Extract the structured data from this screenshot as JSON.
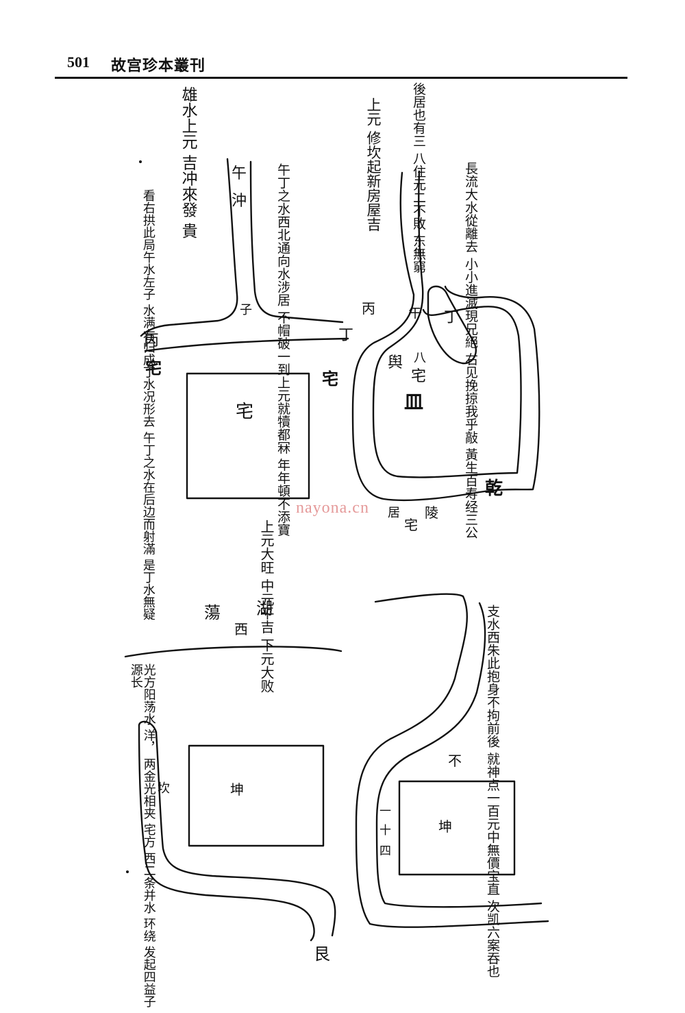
{
  "header": {
    "page_number": "501",
    "book_title": "故宫珍本叢刊"
  },
  "watermark": "nayona.cn",
  "diagram1": {
    "note_top": [
      "雄水上元",
      "吉冲來發",
      "貴"
    ],
    "note_mid": [
      "午丁之水西北通向水涉居",
      "不帽破一到上元就犢都冧",
      "年年頓不添寶"
    ],
    "note_left": [
      "看右拱此局午水左子",
      "水满右归成丁水况形去",
      "午丁之水在后边而射滿",
      "是丁水無疑"
    ],
    "dir_wu": "午",
    "dir_chong": "沖",
    "dir_zi": "子",
    "dir_bing_left": "丙",
    "dir_ding": "丁",
    "dir_bing_mid": "丙",
    "house_label": "宅",
    "house_left": "宅",
    "house_right": "宅"
  },
  "diagram2": {
    "note_a": [
      "上元",
      "修坎起新房屋吉"
    ],
    "note_b": [
      "後居也有三",
      "八住元二不敗",
      "东無窮"
    ],
    "note_c": [
      "長流大水從離去",
      "小小進滅現兄絕",
      "右见挽掠我乎敲",
      "黃生百寿经三公"
    ],
    "dir_wu": "午",
    "dir_ding": "丁",
    "side_label": "舆",
    "house_mark": "宅",
    "side_mark": "八",
    "well_mark": "皿",
    "dir_qian": "乾",
    "label_zhai": "宅",
    "label_ju": "居",
    "label_ling": "陵"
  },
  "note_bottom_mid": [
    "上元大旺",
    "中元平吉",
    "下元大败"
  ],
  "diagram3": {
    "lake_left": "蕩",
    "lake_right": "湖",
    "dir_xi": "西",
    "notes": [
      "光方阳荡水",
      "洋，",
      "两金光相夹",
      "宅方",
      "西二条并水",
      "环绕",
      "发起四益子",
      "源长"
    ],
    "house_label": "坤",
    "left_mark": "坎",
    "dir_gen": "艮"
  },
  "diagram4": {
    "note": [
      "支水西朱此抱身不拘前後",
      "就神点一百元中無價宝直",
      "次凯六案吞也"
    ],
    "mark_bu": "不",
    "marks_left": [
      "一",
      "十",
      "四"
    ],
    "house_label": "坤"
  }
}
